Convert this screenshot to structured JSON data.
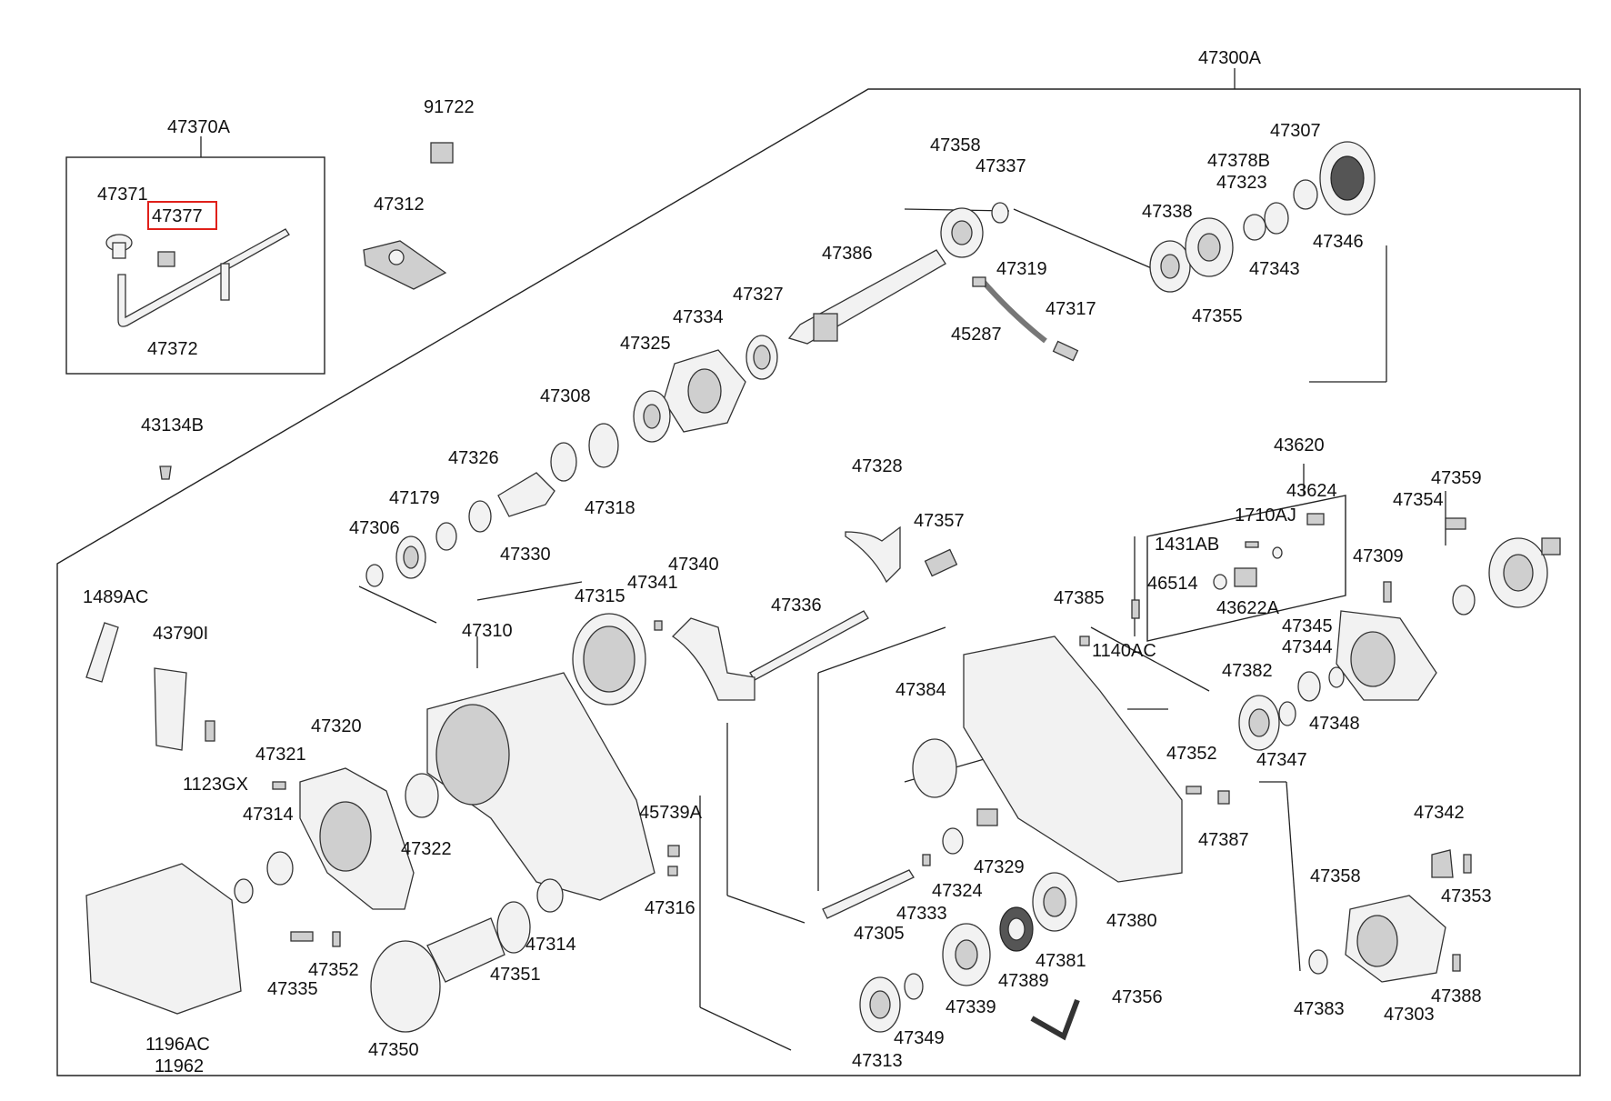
{
  "highlight": {
    "part": "47377",
    "color": "#e0201a"
  },
  "labels": {
    "47300A": "47300A",
    "47370A": "47370A",
    "47371": "47371",
    "47377": "47377",
    "47372": "47372",
    "91722": "91722",
    "47312": "47312",
    "43134B": "43134B",
    "47358a": "47358",
    "47337": "47337",
    "47307": "47307",
    "47378B": "47378B",
    "47323": "47323",
    "47338": "47338",
    "47346": "47346",
    "47343": "47343",
    "47355": "47355",
    "47386": "47386",
    "47319": "47319",
    "47317": "47317",
    "45287": "45287",
    "47327": "47327",
    "47334": "47334",
    "47325": "47325",
    "47308": "47308",
    "47318": "47318",
    "47326": "47326",
    "47179": "47179",
    "47306": "47306",
    "47330": "47330",
    "47328": "47328",
    "47357": "47357",
    "43620": "43620",
    "43624": "43624",
    "47359": "47359",
    "47354": "47354",
    "1710AJ": "1710AJ",
    "1431AB": "1431AB",
    "46514": "46514",
    "43622A": "43622A",
    "47309": "47309",
    "1489AC": "1489AC",
    "43790I": "43790I",
    "47340": "47340",
    "47341": "47341",
    "47315": "47315",
    "47336": "47336",
    "47310": "47310",
    "47385": "47385",
    "1140AC": "1140AC",
    "47345": "47345",
    "47344": "47344",
    "47382": "47382",
    "47348": "47348",
    "47347": "47347",
    "47384": "47384",
    "1123GX": "1123GX",
    "47320": "47320",
    "47321": "47321",
    "47314a": "47314",
    "47322": "47322",
    "45739A": "45739A",
    "47352a": "47352",
    "47387": "47387",
    "47342": "47342",
    "47329": "47329",
    "47316": "47316",
    "47324": "47324",
    "47333": "47333",
    "47358b": "47358",
    "47353": "47353",
    "47380": "47380",
    "47314b": "47314",
    "47305": "47305",
    "47381": "47381",
    "47335": "47335",
    "47352b": "47352",
    "47351": "47351",
    "47389": "47389",
    "47356": "47356",
    "47339": "47339",
    "47383": "47383",
    "47303": "47303",
    "47388": "47388",
    "1196AC": "1196AC",
    "11962": "11962",
    "47350": "47350",
    "47349": "47349",
    "47313": "47313"
  }
}
